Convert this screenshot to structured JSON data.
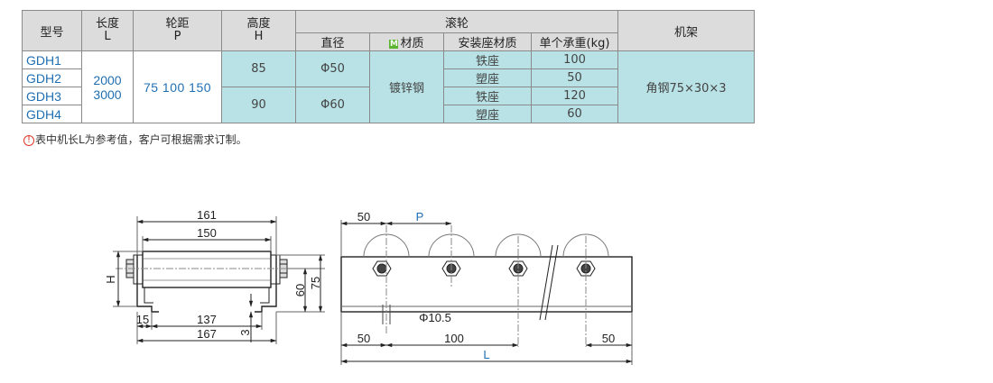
{
  "table": {
    "header": {
      "model": "型号",
      "length": "长度",
      "length_sym": "L",
      "pitch": "轮距",
      "pitch_sym": "P",
      "height": "高度",
      "height_sym": "H",
      "roller": "滚轮",
      "diameter": "直径",
      "material_badge": "M",
      "material": "材质",
      "seat_material": "安装座材质",
      "load": "单个承重(kg)",
      "frame": "机架"
    },
    "models": [
      "GDH1",
      "GDH2",
      "GDH3",
      "GDH4"
    ],
    "length_values": [
      "2000",
      "3000"
    ],
    "pitch_values": "75 100 150",
    "heights": [
      "85",
      "90"
    ],
    "diameters": [
      "Φ50",
      "Φ60"
    ],
    "material_value": "镀锌钢",
    "seat_materials": [
      "铁座",
      "塑座",
      "铁座",
      "塑座"
    ],
    "loads": [
      "100",
      "50",
      "120",
      "60"
    ],
    "frame_value": "角钢75×30×3"
  },
  "note": {
    "icon": "warning-circle-icon",
    "text": "表中机长L为参考值，客户可根据需求订制。"
  },
  "drawing": {
    "side": {
      "dim_161": "161",
      "dim_150": "150",
      "dim_H": "H",
      "dim_60": "60",
      "dim_75": "75",
      "dim_15": "15",
      "dim_137": "137",
      "dim_167": "167",
      "dim_3": "3"
    },
    "front": {
      "dim_50_top": "50",
      "dim_P": "P",
      "dim_hole": "Φ10.5",
      "dim_50_left": "50",
      "dim_100": "100",
      "dim_50_right": "50",
      "dim_L": "L"
    }
  }
}
